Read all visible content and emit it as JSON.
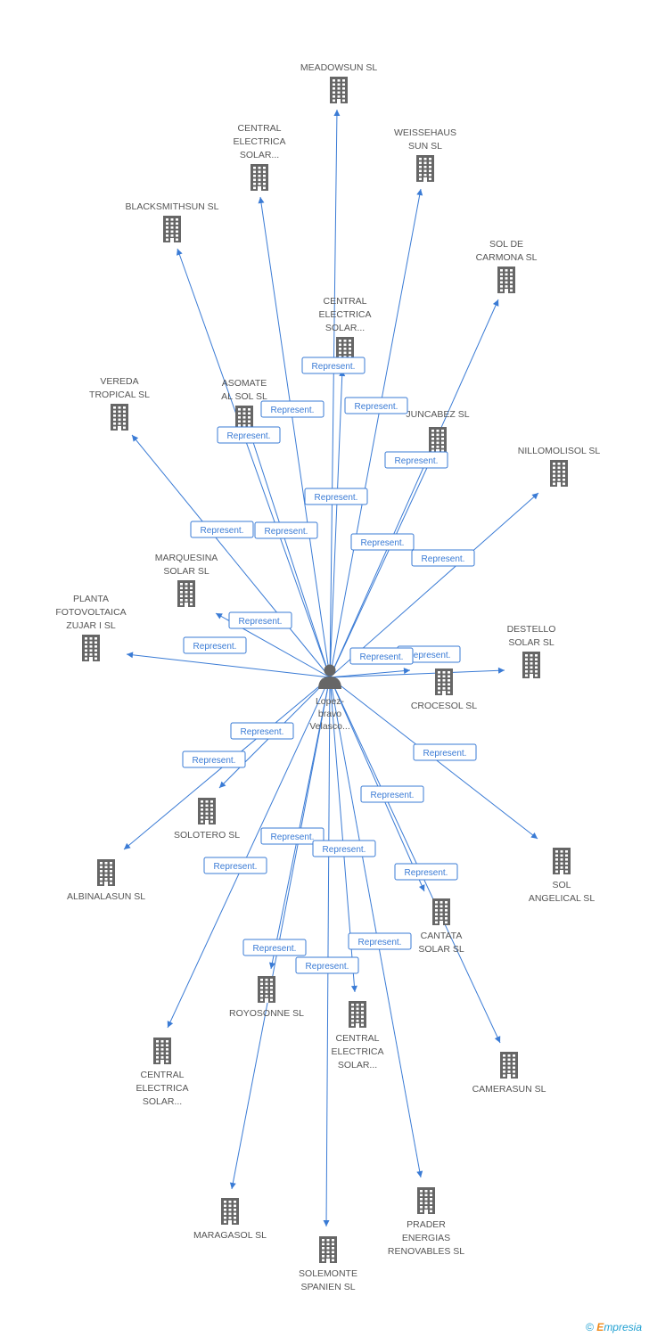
{
  "center": {
    "label_lines": [
      "Lopez-",
      "bravo",
      "Velasco..."
    ]
  },
  "edge_label": "Represent.",
  "companies": [
    {
      "id": "meadowsun",
      "lines": [
        "MEADOWSUN SL"
      ]
    },
    {
      "id": "central1",
      "lines": [
        "CENTRAL",
        "ELECTRICA",
        "SOLAR..."
      ]
    },
    {
      "id": "weissehaus",
      "lines": [
        "WEISSEHAUS",
        "SUN SL"
      ]
    },
    {
      "id": "blacksmithsun",
      "lines": [
        "BLACKSMITHSUN SL"
      ]
    },
    {
      "id": "solcarmona",
      "lines": [
        "SOL DE",
        "CARMONA SL"
      ]
    },
    {
      "id": "central2",
      "lines": [
        "CENTRAL",
        "ELECTRICA",
        "SOLAR..."
      ]
    },
    {
      "id": "vereda",
      "lines": [
        "VEREDA",
        "TROPICAL SL"
      ]
    },
    {
      "id": "asomate",
      "lines": [
        "ASOMATE",
        "AL SOL SL"
      ]
    },
    {
      "id": "juncabez",
      "lines": [
        "JUNCABEZ SL"
      ]
    },
    {
      "id": "nillomolisol",
      "lines": [
        "NILLOMOLISOL SL"
      ]
    },
    {
      "id": "marquesina",
      "lines": [
        "MARQUESINA",
        "SOLAR SL"
      ]
    },
    {
      "id": "planta",
      "lines": [
        "PLANTA",
        "FOTOVOLTAICA",
        "ZUJAR I SL"
      ]
    },
    {
      "id": "destello",
      "lines": [
        "DESTELLO",
        "SOLAR SL"
      ]
    },
    {
      "id": "crocesol",
      "lines": [
        "CROCESOL SL"
      ]
    },
    {
      "id": "solotero",
      "lines": [
        "SOLOTERO SL"
      ]
    },
    {
      "id": "albinalasun",
      "lines": [
        "ALBINALASUN SL"
      ]
    },
    {
      "id": "solangelical",
      "lines": [
        "SOL",
        "ANGELICAL SL"
      ]
    },
    {
      "id": "cantata",
      "lines": [
        "CANTATA",
        "SOLAR SL"
      ]
    },
    {
      "id": "royosonne",
      "lines": [
        "ROYOSONNE SL"
      ]
    },
    {
      "id": "central3",
      "lines": [
        "CENTRAL",
        "ELECTRICA",
        "SOLAR..."
      ]
    },
    {
      "id": "camerasun",
      "lines": [
        "CAMERASUN SL"
      ]
    },
    {
      "id": "central4",
      "lines": [
        "CENTRAL",
        "ELECTRICA",
        "SOLAR..."
      ]
    },
    {
      "id": "maragasol",
      "lines": [
        "MARAGASOL SL"
      ]
    },
    {
      "id": "prader",
      "lines": [
        "PRADER",
        "ENERGIAS",
        "RENOVABLES SL"
      ]
    },
    {
      "id": "solemonte",
      "lines": [
        "SOLEMONTE",
        "SPANIEN SL"
      ]
    }
  ],
  "footer": {
    "copyright": "©",
    "brand_first": "E",
    "brand_rest": "mpresia"
  },
  "colors": {
    "edge": "#3a7bd5",
    "building": "#666666",
    "person": "#666666"
  }
}
